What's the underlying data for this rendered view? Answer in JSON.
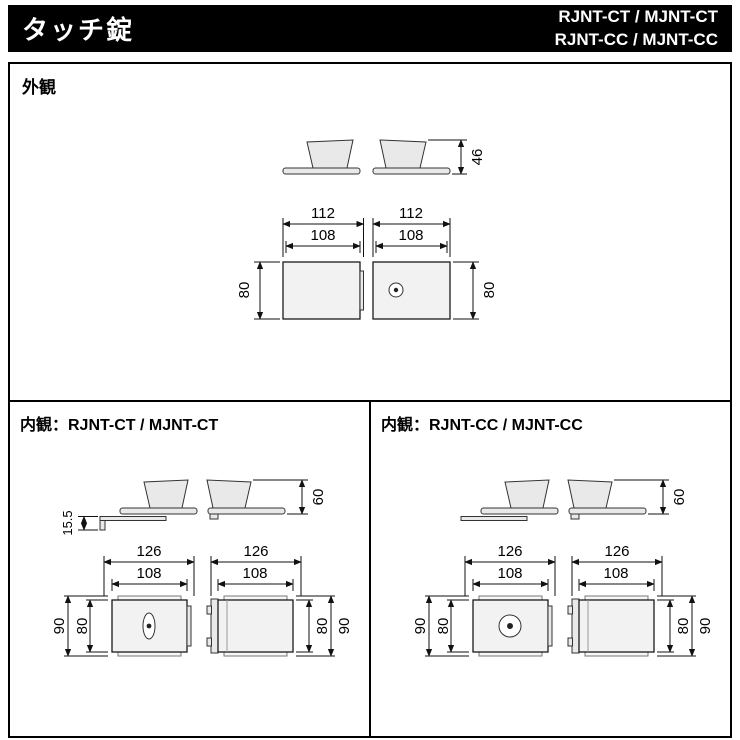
{
  "header": {
    "title": "タッチ錠",
    "models_line1": "RJNT-CT / MJNT-CT",
    "models_line2": "RJNT-CC / MJNT-CC"
  },
  "exterior": {
    "label": "外観",
    "dims": {
      "handle_depth": "46",
      "width_outer": "112",
      "width_inner": "108",
      "height": "80"
    }
  },
  "interior_ct": {
    "label": "内観：RJNT-CT / MJNT-CT",
    "dims": {
      "handle_depth": "60",
      "lever_drop": "15.5",
      "width_outer": "126",
      "width_inner": "108",
      "height_inner": "80",
      "height_outer": "90"
    }
  },
  "interior_cc": {
    "label": "内観：RJNT-CC / MJNT-CC",
    "dims": {
      "handle_depth": "60",
      "width_outer": "126",
      "width_inner": "108",
      "height_inner": "80",
      "height_outer": "90"
    }
  },
  "colors": {
    "header_bg": "#000000",
    "header_text": "#ffffff",
    "panel_border": "#000000",
    "dim_line": "#111111"
  }
}
